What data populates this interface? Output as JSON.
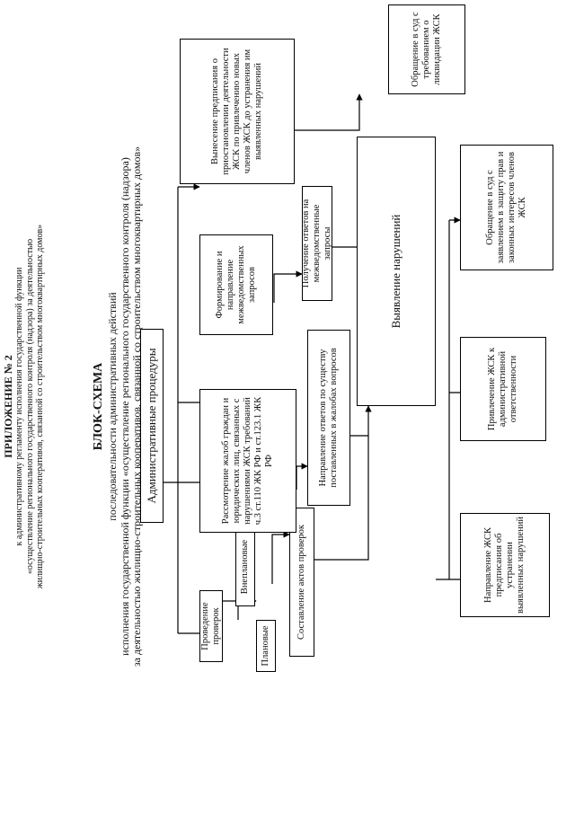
{
  "header": {
    "annex": "ПРИЛОЖЕНИЕ № 2",
    "regulation_lines": [
      "к административному регламенту исполнения государственной функции",
      "«осуществление регионального государственного контроля (надзора) за деятельностью",
      "жилищно-строительных кооперативов, связанной со строительством многоквартирных домов»"
    ],
    "title": "БЛОК-СХЕМА",
    "subtitle_lines": [
      "последовательности административных действий",
      "исполнения государственной функции «осуществление регионального государственного контроля (надзора)",
      "за деятельностью жилищно-строительных кооперативов, связанной со строительством многоквартирных домов»"
    ]
  },
  "nodes": {
    "admin_procedures": "Административные процедуры",
    "inspections": "Проведение проверок",
    "planned": "Плановые",
    "unplanned": "Внеплановые",
    "inspection_acts": "Составление актов проверок",
    "complaints": "Рассмотрение жалоб граждан и юридических лиц, связанных с нарушениями ЖСК требований ч.3 ст.110 ЖК РФ и ст.123.1 ЖК РФ",
    "answers": "Направление ответов по существу поставленных в жалобах вопросов",
    "interagency_requests": "Формирование и направление межведомственных запросов",
    "interagency_answers": "Получение ответов на межведомственные запросы",
    "suspension_order": "Вынесение предписания о приостановлении деятельности ЖСК по привлечению новых членов ЖСК до устранения им выявленных нарушений",
    "violations": "Выявление нарушений",
    "elimination_order": "Направление ЖСК предписания об устранении выявленных нарушений",
    "administrative_liability": "Привлечение ЖСК к административной ответственности",
    "court_rights": "Обращение в суд с заявлением в защиту прав и законных интересов членов ЖСК",
    "court_liquidation": "Обращение в суд с требованием о ликвидации ЖСК"
  }
}
